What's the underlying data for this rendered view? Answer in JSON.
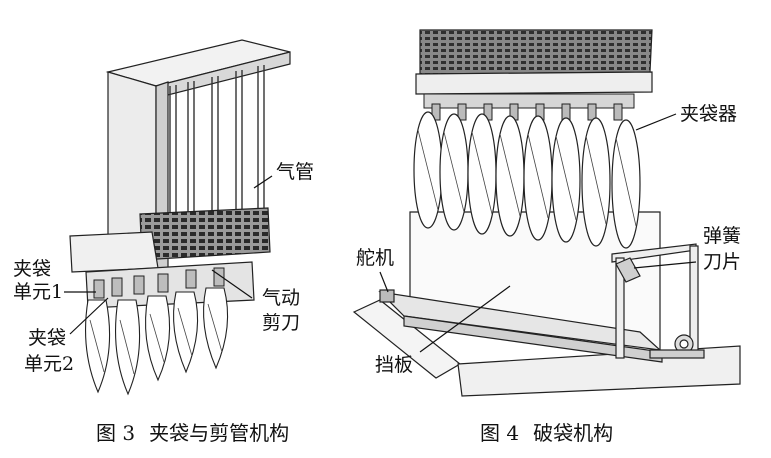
{
  "figure3": {
    "caption_num": "图 3",
    "caption_text": "夹袋与剪管机构",
    "labels": {
      "air_pipe": "气管",
      "clamp_unit_1_line1": "夹袋",
      "clamp_unit_1_line2": "单元1",
      "clamp_unit_2_line1": "夹袋",
      "clamp_unit_2_line2": "单元2",
      "pneumatic_cutter_line1": "气动",
      "pneumatic_cutter_line2": "剪刀"
    }
  },
  "figure4": {
    "caption_num": "图 4",
    "caption_text": "破袋机构",
    "labels": {
      "bag_clamp": "夹袋器",
      "servo": "舵机",
      "spring_blade_line1": "弹簧",
      "spring_blade_line2": "刀片",
      "baffle": "挡板"
    }
  }
}
